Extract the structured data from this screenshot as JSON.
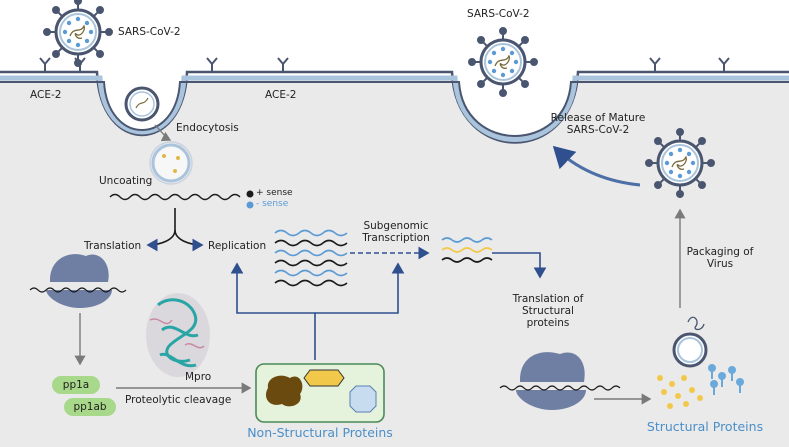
{
  "labels": {
    "virus_left": "SARS-CoV-2",
    "virus_top_right": "SARS-CoV-2",
    "ace2_left": "ACE-2",
    "ace2_mid": "ACE-2",
    "endocytosis": "Endocytosis",
    "uncoating": "Uncoating",
    "legend_plus": "+ sense",
    "legend_minus": "- sense",
    "translation": "Translation",
    "replication": "Replication",
    "subgenomic_transcription": "Subgenomic\nTranscription",
    "translation_structural": "Translation of\nStructural\nproteins",
    "release": "Release of Mature\nSARS-CoV-2",
    "packaging": "Packaging of\nVirus",
    "pp1a": "pp1a",
    "pp1ab": "pp1ab",
    "mpro": "Mpro",
    "proteolytic_cleavage": "Proteolytic cleavage",
    "non_structural_proteins": "Non-Structural Proteins",
    "structural_proteins": "Structural Proteins"
  },
  "colors": {
    "cell_bg": "#ebeaea",
    "membrane": "#4a5670",
    "membrane_fill": "#a9c4dc",
    "dark_blue": "#2f4f8f",
    "plus_sense": "#1b1b1b",
    "minus_sense": "#5b9bd5",
    "yellow_rna": "#f2c84b",
    "ribosome": "#6f7fa3",
    "pp_green": "#a8d88a",
    "nsp_box": "#e6f3dc",
    "nsp_border": "#4a8a55",
    "accent_text": "#4a8fc9"
  }
}
